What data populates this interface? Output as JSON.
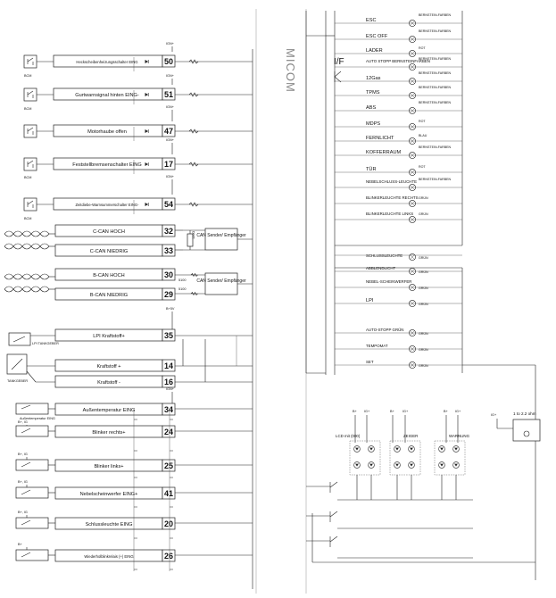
{
  "micom_label": "MICOM",
  "converter_label": "I/F",
  "inputs": [
    {
      "pin": "50",
      "label": "Heckscheibenheizungsschalter EING",
      "module": "BCM",
      "supply": "IGN+"
    },
    {
      "pin": "51",
      "label": "Gurtwarnsignal hinten EING-",
      "module": "BCM",
      "supply": "IGN+"
    },
    {
      "pin": "47",
      "label": "Motorhaube offen",
      "module": "",
      "supply": "IGN+"
    },
    {
      "pin": "17",
      "label": "Feststellbremsenschalter EING",
      "module": "BCM",
      "supply": "IGN+"
    },
    {
      "pin": "54",
      "label": "Zeitdiebe-Warnsummerschalter EING-",
      "module": "BCM",
      "supply": "IGN+"
    }
  ],
  "can_groups": [
    {
      "high_label": "C-CAN HOCH",
      "high_pin": "32",
      "low_label": "C-CAN NIEDRIG",
      "low_pin": "33",
      "resistor": "120Ω",
      "transceiver": "CAN Sender/ Empfänger"
    },
    {
      "high_label": "B-CAN HOCH",
      "high_pin": "30",
      "low_label": "B-CAN NIEDRIG",
      "low_pin": "29",
      "resistor_high": "5100",
      "resistor_low": "5100",
      "transceiver": "CAN Sender/ Empfänger"
    }
  ],
  "lpi": {
    "tank_module": "LPI TANKGEBER",
    "tank_sender": "TANKGEBER",
    "supply_1": "B+5V",
    "supply_2": "B+5V",
    "pins": [
      {
        "pin": "35",
        "label": "LPI Kraftstoff+"
      },
      {
        "pin": "14",
        "label": "Kraftstoff +"
      },
      {
        "pin": "16",
        "label": "Kraftstoff -"
      }
    ]
  },
  "switches": [
    {
      "pin": "34",
      "label": "Außentemperatur EING",
      "sublabel": "Außentemperatur EING",
      "supply": "IGN+"
    },
    {
      "pin": "24",
      "label": "Blinker rechts+",
      "sublabel": "",
      "supply": "B+, IG"
    },
    {
      "pin": "25",
      "label": "Blinker links+",
      "sublabel": "",
      "supply": "B+, IG"
    },
    {
      "pin": "41",
      "label": "Nebelscheinwerfer EING+",
      "sublabel": "",
      "supply": "B+, IG"
    },
    {
      "pin": "20",
      "label": "Schlussleuchte EING",
      "sublabel": "",
      "supply": "B+, IG"
    },
    {
      "pin": "26",
      "label": "Wiederholblinkrelais (+) EING",
      "sublabel": "",
      "supply": "B+"
    }
  ],
  "indicators_top": [
    {
      "label": "ESC",
      "color": "BERNSTEIN-FARBEN"
    },
    {
      "label": "ESC OFF",
      "color": "BERNSTEIN-FARBEN"
    },
    {
      "label": "LADER",
      "color": "ROT"
    },
    {
      "label": "AUTO STOPP BERNSTEINFARBEN",
      "color": "BERNSTEIN-FARBEN"
    },
    {
      "label": "12Gas",
      "color": "BERNSTEIN-FARBEN"
    },
    {
      "label": "TPMS",
      "color": "BERNSTEIN-FARBEN"
    },
    {
      "label": "ABS",
      "color": "BERNSTEIN-FARBEN"
    },
    {
      "label": "MDPS",
      "color": "ROT"
    },
    {
      "label": "FERNLICHT",
      "color": "BLAU"
    },
    {
      "label": "KOFFERRAUM",
      "color": "BERNSTEIN-FARBEN"
    },
    {
      "label": "TÜR",
      "color": "ROT"
    },
    {
      "label": "NEBELSCHLUSS-LEUCHTE",
      "color": "BERNSTEIN-FARBEN"
    },
    {
      "label": "BLINKERLEUCHTE RECHTS",
      "color": "GRÜN"
    },
    {
      "label": "BLINKERLEUCHTE LINKS",
      "color": "GRÜN"
    }
  ],
  "indicators_bottom": [
    {
      "label": "SCHLUSSLEUCHTE",
      "color": "GRÜN"
    },
    {
      "label": "ABBLENDLICHT",
      "color": "GRÜN"
    },
    {
      "label": "NEBEL-SCHEINWERFER",
      "color": "GRÜN"
    },
    {
      "label": "LPI",
      "color": "GRÜN"
    },
    {
      "label": "AUTO-STOPP GRÜN",
      "color": "GRÜN"
    },
    {
      "label": "TEMPOMAT",
      "color": "GRÜN"
    },
    {
      "label": "SET",
      "color": "GRÜN"
    }
  ],
  "led_groups": [
    {
      "label": "LCD mit (000)",
      "supply_a": "B+",
      "supply_b": "IG+"
    },
    {
      "label": "ZEIGER",
      "supply_a": "B+",
      "supply_b": "IG+"
    },
    {
      "label": "WARNUNG",
      "supply_a": "B+",
      "supply_b": "IG+"
    }
  ],
  "regulator": {
    "label": "1 to 2.2 ohm",
    "supply": "IG+"
  }
}
